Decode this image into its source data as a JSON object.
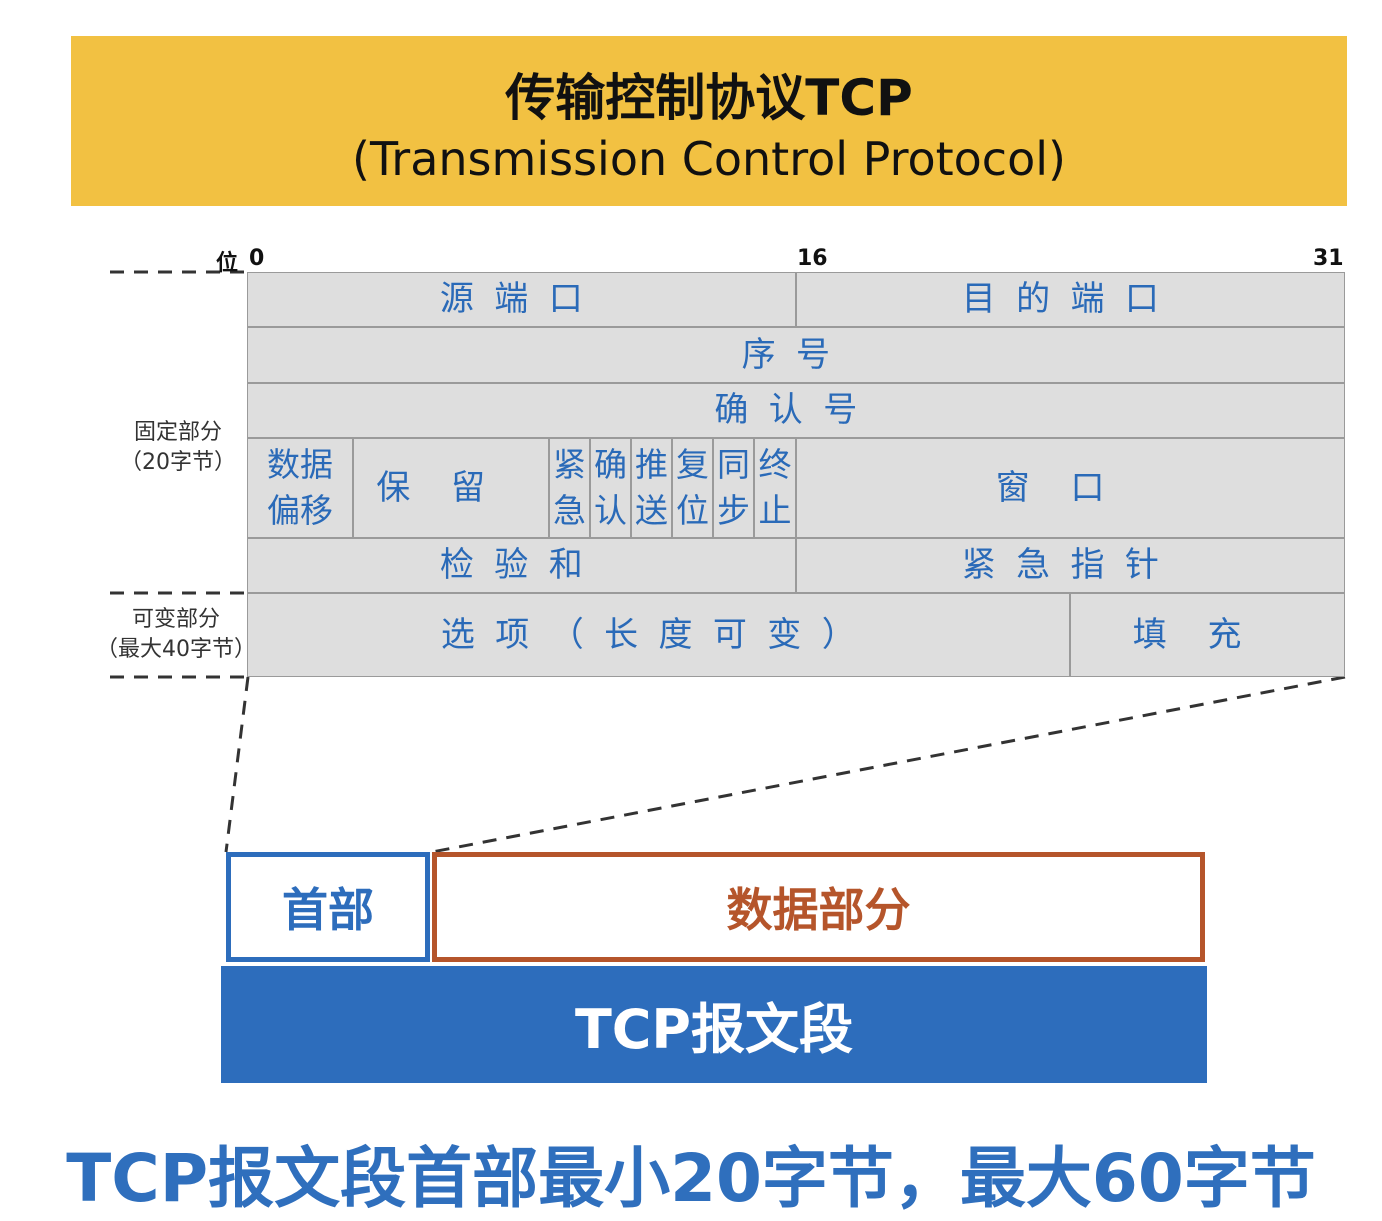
{
  "title": {
    "zh": "传输控制协议TCP",
    "en": "(Transmission Control Protocol)"
  },
  "bit_labels": {
    "unit": "位",
    "b0": "0",
    "b16": "16",
    "b31": "31"
  },
  "side_labels": {
    "fixed_line1": "固定部分",
    "fixed_line2": "（20字节）",
    "var_line1": "可变部分",
    "var_line2": "（最大40字节）"
  },
  "fields": {
    "src_port": "源端口",
    "dst_port": "目的端口",
    "seq": "序号",
    "ack_num": "确认号",
    "offset_1": "数据",
    "offset_2": "偏移",
    "reserved": "保留",
    "flags": [
      {
        "top": "紧",
        "bottom": "急"
      },
      {
        "top": "确",
        "bottom": "认"
      },
      {
        "top": "推",
        "bottom": "送"
      },
      {
        "top": "复",
        "bottom": "位"
      },
      {
        "top": "同",
        "bottom": "步"
      },
      {
        "top": "终",
        "bottom": "止"
      }
    ],
    "window": "窗口",
    "checksum": "检验和",
    "urgent_ptr": "紧急指针",
    "options": "选项（长度可变）",
    "padding": "填充"
  },
  "segment": {
    "header": "首部",
    "data": "数据部分",
    "name": "TCP报文段"
  },
  "caption": "TCP报文段首部最小20字节，最大60字节"
}
